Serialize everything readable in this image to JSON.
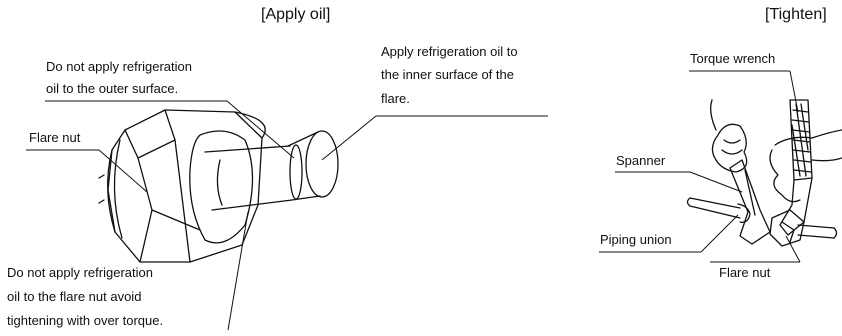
{
  "headers": {
    "apply_oil": "[Apply oil]",
    "tighten": "[Tighten]"
  },
  "apply_oil_callouts": {
    "outer_surface": [
      "Do not apply refrigeration",
      "oil to the outer surface."
    ],
    "inner_surface": [
      "Apply refrigeration oil to",
      "the inner surface of the",
      "flare."
    ],
    "flare_nut": "Flare nut",
    "over_torque": [
      "Do not apply refrigeration",
      "oil to the flare nut avoid",
      "tightening with over torque."
    ]
  },
  "tighten_callouts": {
    "torque_wrench": "Torque wrench",
    "spanner": "Spanner",
    "piping_union": "Piping union",
    "flare_nut": "Flare nut"
  }
}
